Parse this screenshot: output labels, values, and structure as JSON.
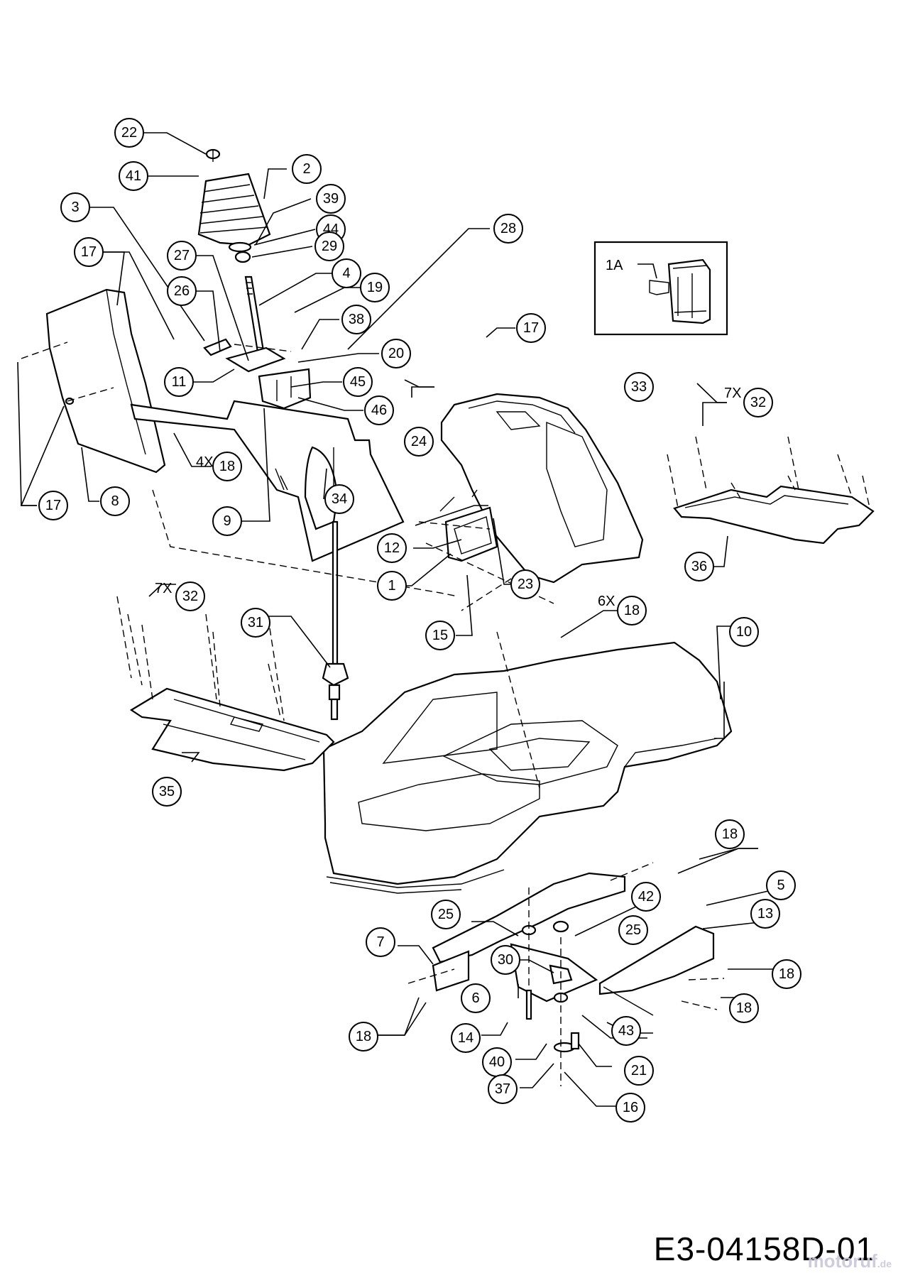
{
  "drawing_code": "E3-04158D-01",
  "watermark": {
    "name": "motoruf",
    "tld": ".de"
  },
  "inset": {
    "label": "1A"
  },
  "quantities": {
    "q18_4x": "4X",
    "q32_7x_right": "7X",
    "q32_7x_left": "7X",
    "q18_6x": "6X"
  },
  "callouts": {
    "c22": "22",
    "c41": "41",
    "c2": "2",
    "c39": "39",
    "c44": "44",
    "c3": "3",
    "c29": "29",
    "c28": "28",
    "c17a": "17",
    "c27": "27",
    "c4": "4",
    "c26": "26",
    "c19": "19",
    "c38": "38",
    "c20": "20",
    "c11": "11",
    "c45": "45",
    "c46": "46",
    "c18a": "18",
    "c8": "8",
    "c17b": "17",
    "c9": "9",
    "c34": "34",
    "c17c": "17",
    "c33": "33",
    "c32a": "32",
    "c24": "24",
    "c12": "12",
    "c1": "1",
    "c23": "23",
    "c36": "36",
    "c15": "15",
    "c32b": "32",
    "c31": "31",
    "c18b": "18",
    "c10": "10",
    "c35": "35",
    "c18c": "18",
    "c5": "5",
    "c42": "42",
    "c25a": "25",
    "c13": "13",
    "c7": "7",
    "c25b": "25",
    "c30": "30",
    "c18d": "18",
    "c6": "6",
    "c18e": "18",
    "c14": "14",
    "c43": "43",
    "c18f": "18",
    "c40": "40",
    "c21": "21",
    "c37": "37",
    "c16": "16"
  }
}
